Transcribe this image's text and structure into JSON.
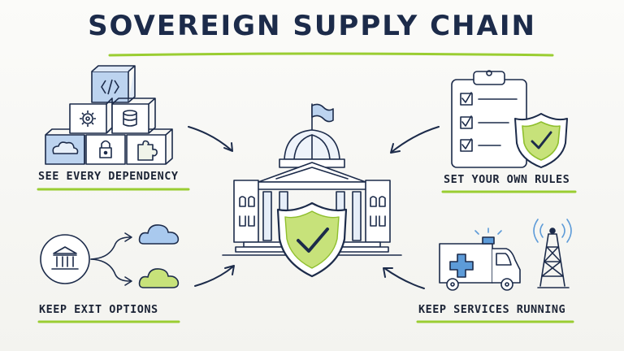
{
  "title": "SOVEREIGN SUPPLY CHAIN",
  "labels": {
    "dependency": "SEE EVERY DEPENDENCY",
    "rules": "SET YOUR OWN RULES",
    "exit": "KEEP EXIT OPTIONS",
    "running": "KEEP SERVICES RUNNING"
  },
  "colors": {
    "ink": "#1c2b4a",
    "green_accent": "#9acd32",
    "cube_blue": "#bcd3ef",
    "cloud_blue": "#a9c9ee",
    "cloud_green": "#c7e27a",
    "ambulance_cross": "#5d9bd8"
  },
  "icons": {
    "center": "government-building-with-shield-check",
    "dependency": "stacked-cubes-code-gear-database-cloud-lock-puzzle",
    "rules": "clipboard-checklist-with-shield",
    "exit": "bank-branching-to-two-clouds",
    "running": "ambulance-and-radio-tower"
  }
}
